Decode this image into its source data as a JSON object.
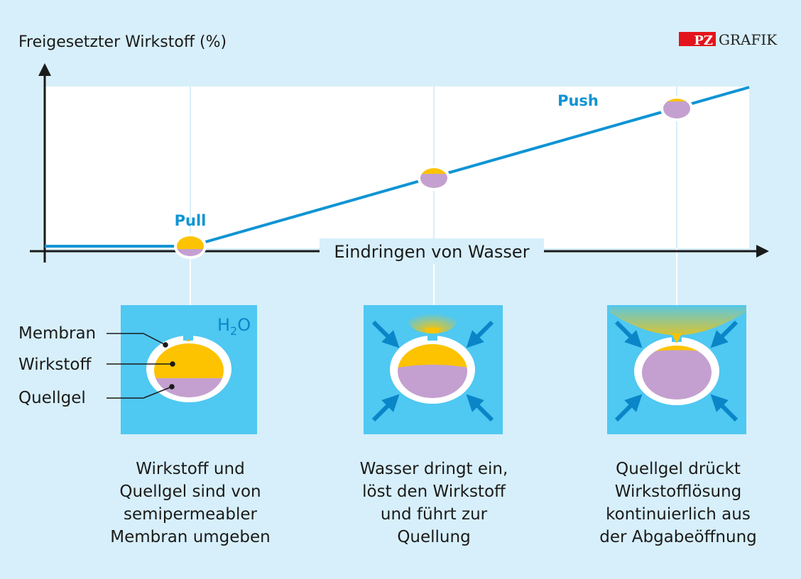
{
  "title": "Freigesetzter Wirkstoff (%)",
  "logo": {
    "pz": "PZ",
    "grafik": "GRAFIK"
  },
  "x_axis_label": "Eindringen von Wasser",
  "phase_labels": {
    "pull": "Pull",
    "push": "Push"
  },
  "labels": {
    "membran": "Membran",
    "wirkstoff": "Wirkstoff",
    "quellgel": "Quellgel",
    "h2o_h": "H",
    "h2o_2": "2",
    "h2o_o": "O"
  },
  "captions": [
    [
      "Wirkstoff und",
      "Quellgel sind von",
      "semipermeabler",
      "Membran umgeben"
    ],
    [
      "Wasser dringt ein,",
      "löst den Wirkstoff",
      "und führt zur",
      "Quellung"
    ],
    [
      "Quellgel drückt",
      "Wirkstofflösung",
      "kontinuierlich aus",
      "der Abgabeöffnung"
    ]
  ],
  "colors": {
    "background": "#d7effa",
    "line": "#0f94d4",
    "panel": "#4fc8f2",
    "drug": "#fdc300",
    "gel": "#c4a0d0",
    "arrow": "#0a86c8",
    "logo_red": "#e3141b"
  }
}
